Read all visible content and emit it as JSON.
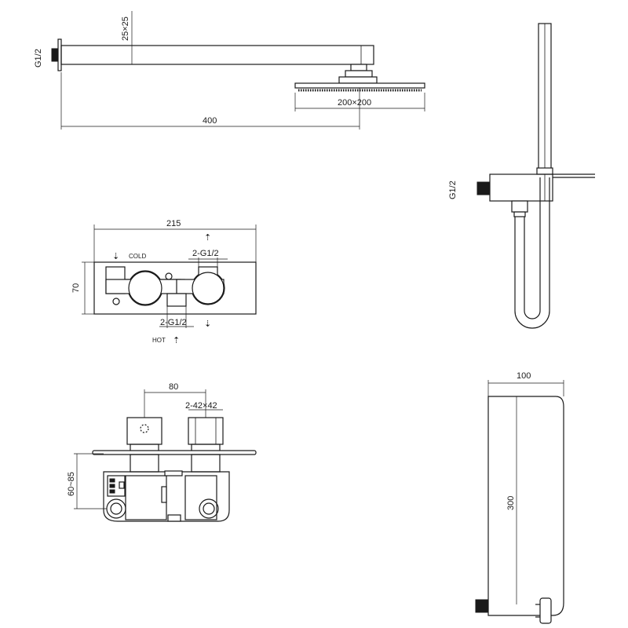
{
  "shower_arm": {
    "thread_label": "G1/2",
    "section_label": "25×25",
    "length_label": "400",
    "head_size_label": "200×200"
  },
  "valve_front": {
    "width_label": "215",
    "height_label": "70",
    "outlet_label": "2-G1/2",
    "inlet_label": "2-G1/2",
    "cold_label": "COLD",
    "hot_label": "HOT"
  },
  "valve_side": {
    "spacing_label": "80",
    "knob_size_label": "2-42×42",
    "depth_label": "60~85"
  },
  "handheld_kit": {
    "thread_label": "G1/2"
  },
  "slide_rail": {
    "width_label": "100",
    "height_label": "300"
  }
}
